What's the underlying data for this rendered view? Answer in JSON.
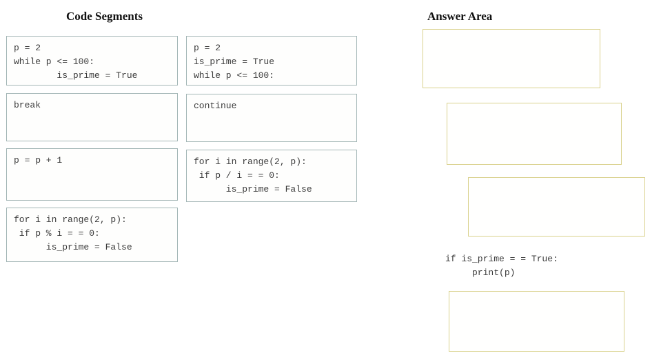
{
  "titles": {
    "left": "Code Segments",
    "right": "Answer Area"
  },
  "colors": {
    "segment_border": "#a3b6b6",
    "answer_border": "#d9d18c",
    "code_text": "#3c3c3c",
    "background": "#ffffff"
  },
  "code_segments": [
    {
      "code": "p = 2\nwhile p <= 100:\n        is_prime = True"
    },
    {
      "code": "p = 2\nis_prime = True\nwhile p <= 100:"
    },
    {
      "code": "break"
    },
    {
      "code": "continue"
    },
    {
      "code": "p = p + 1"
    },
    {
      "code": "for i in range(2, p):\n if p / i = = 0:\n      is_prime = False"
    },
    {
      "code": "for i in range(2, p):\n if p % i = = 0:\n      is_prime = False"
    }
  ],
  "answer_area": {
    "fixed_code": "if is_prime = = True:\n     print(p)",
    "slot_count": 4
  }
}
